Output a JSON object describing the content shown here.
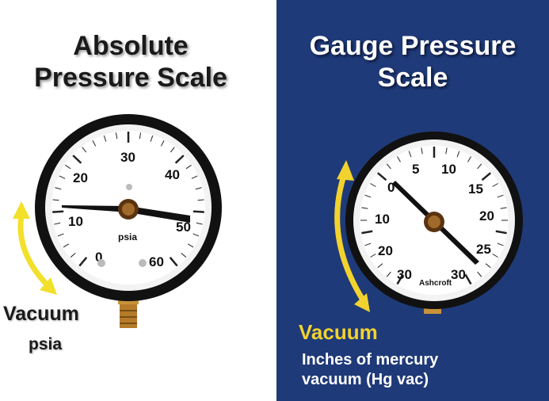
{
  "left": {
    "title_line1": "Absolute",
    "title_line2": "Pressure Scale",
    "dial_labels": [
      "0",
      "10",
      "20",
      "30",
      "40",
      "50",
      "60"
    ],
    "unit_label": "psia",
    "vacuum_label": "Vacuum",
    "vacuum_units": "psia",
    "arrow_color": "#f2e02a",
    "needle_value": 10
  },
  "right": {
    "title_line1": "Gauge Pressure",
    "title_line2": "Scale",
    "dial_labels_left": [
      "30",
      "20",
      "10",
      "0"
    ],
    "dial_labels_right": [
      "5",
      "10",
      "15",
      "20",
      "25",
      "30"
    ],
    "brand_label": "Ashcroft",
    "vacuum_label": "Vacuum",
    "units_line1": "Inches of mercury",
    "units_line2": "vacuum (Hg vac)",
    "arrow_color": "#f2d22e",
    "background_color": "#1f3a78"
  }
}
